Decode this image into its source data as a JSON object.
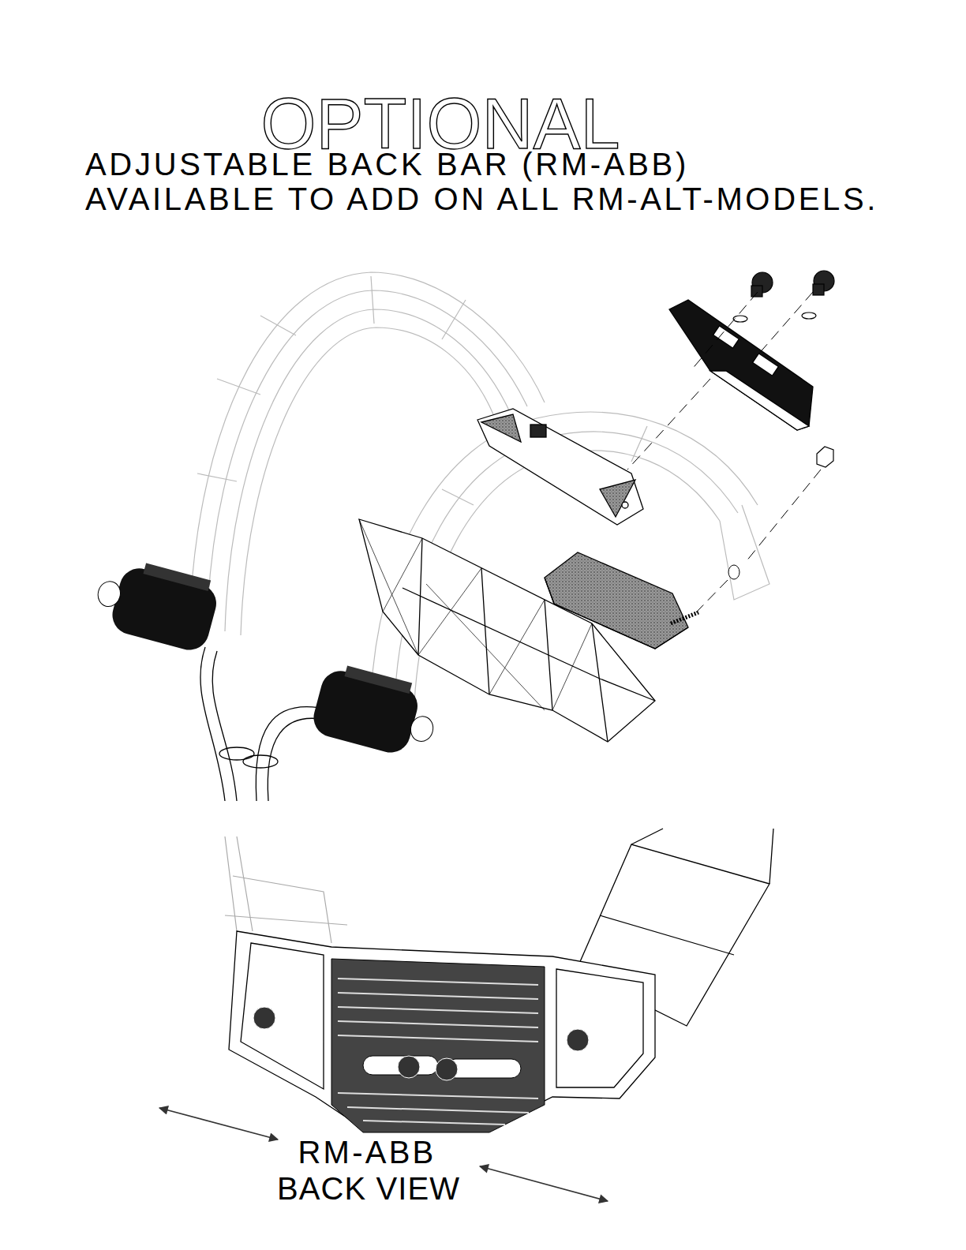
{
  "diagram": {
    "title": "OPTIONAL",
    "labels": [
      "ADJUSTABLE BACK BAR (RM-ABB)",
      "AVAILABLE TO ADD ON ALL RM-ALT-MODELS.",
      "RM-ABB",
      "BACK VIEW"
    ]
  }
}
